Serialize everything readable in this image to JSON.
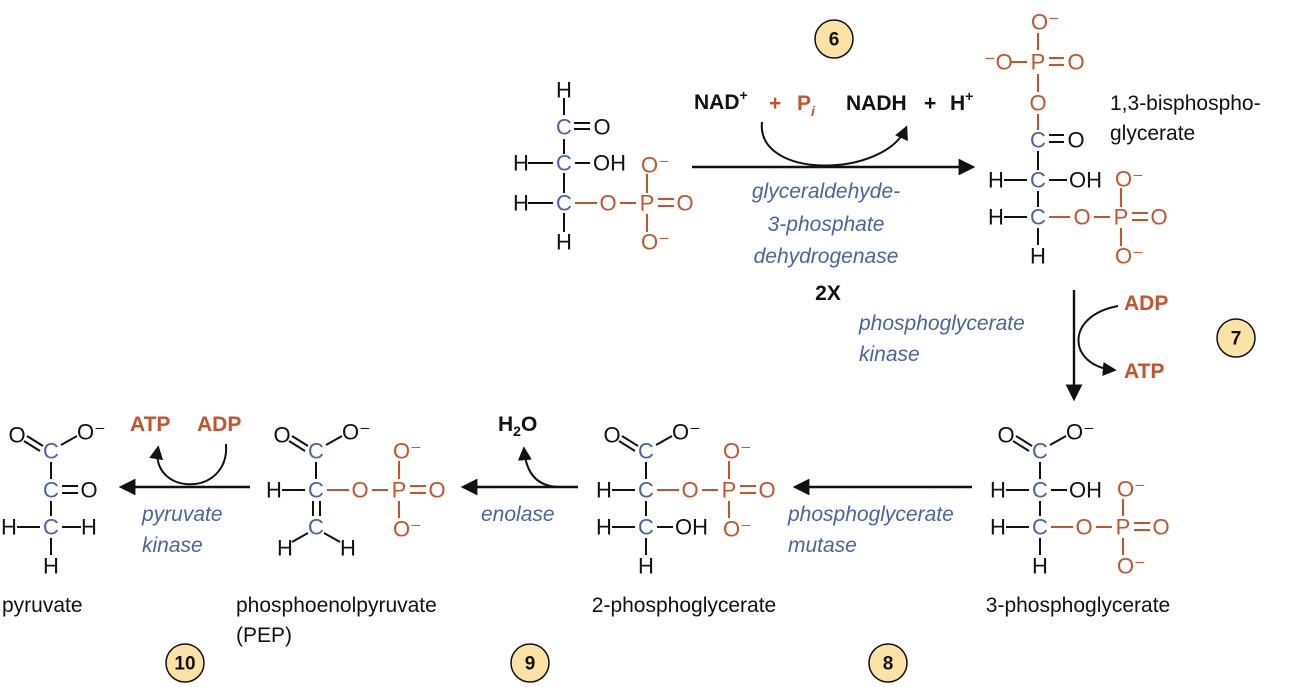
{
  "colors": {
    "carbon": "#4a63a8",
    "phosphate": "#c8532b",
    "black": "#111111",
    "enzyme": "#4a63a8",
    "step_badge": "#fbe3a6"
  },
  "atoms": {
    "C": "C",
    "H": "H",
    "O": "O",
    "OH": "OH",
    "P": "P",
    "Om": "O⁻",
    "mO": "⁻O"
  },
  "steps": {
    "s6": "6",
    "s7": "7",
    "s8": "8",
    "s9": "9",
    "s10": "10"
  },
  "compounds": {
    "bpg_line1": "1,3-bisphospho-",
    "bpg_line2": "glycerate",
    "pg3": "3-phosphoglycerate",
    "pg2": "2-phosphoglycerate",
    "pep_line1": "phosphoenolpyruvate",
    "pep_line2": "(PEP)",
    "pyruvate": "pyruvate"
  },
  "enzymes": {
    "gapdh_line1": "glyceraldehyde-",
    "gapdh_line2": "3-phosphate",
    "gapdh_line3": "dehydrogenase",
    "pgk_line1": "phosphoglycerate",
    "pgk_line2": "kinase",
    "pgm_line1": "phosphoglycerate",
    "pgm_line2": "mutase",
    "enolase": "enolase",
    "pk_line1": "pyruvate",
    "pk_line2": "kinase"
  },
  "cofactors": {
    "nad": "NAD",
    "nad_sup": "+",
    "plus": "+",
    "pi": "P",
    "pi_sub": "i",
    "nadh": "NADH",
    "h": "H",
    "h_sup": "+",
    "adp": "ADP",
    "atp": "ATP",
    "h2o_h": "H",
    "h2o_2": "2",
    "h2o_o": "O"
  },
  "multiplier": "2X"
}
